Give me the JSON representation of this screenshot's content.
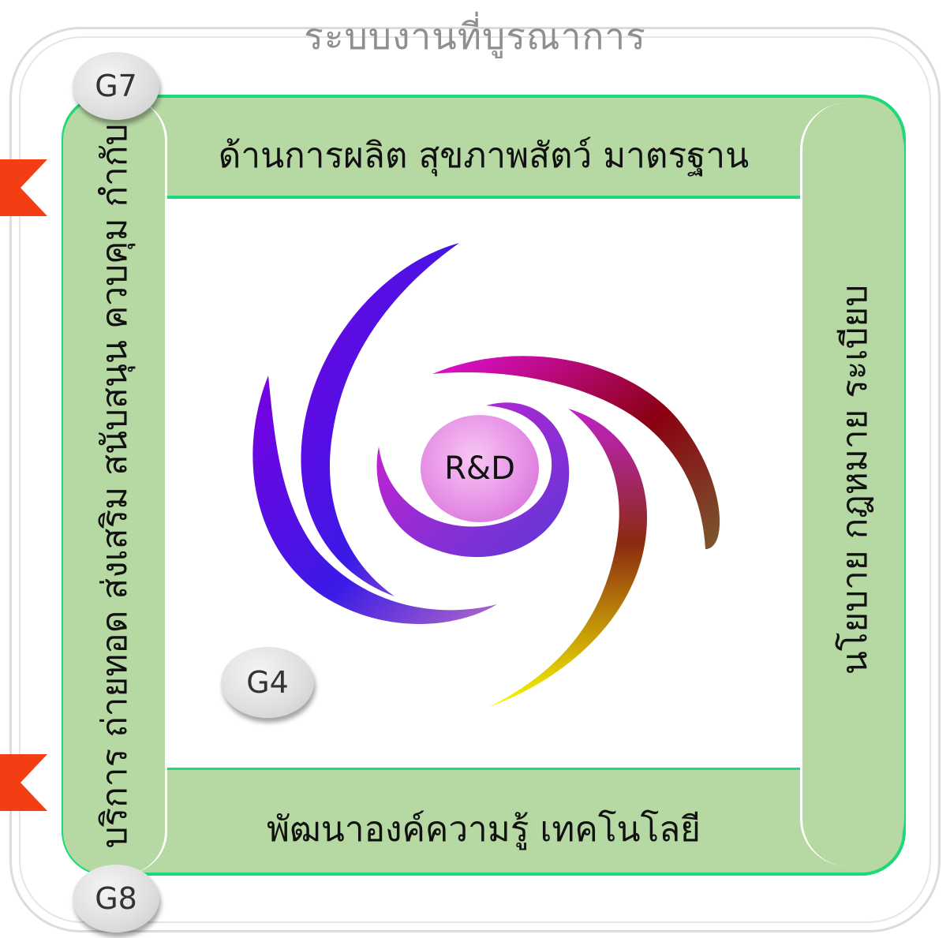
{
  "title": "ระบบงานที่บูรณาการ",
  "labels": {
    "top": "ด้านการผลิต สุขภาพสัตว์ มาตรฐาน",
    "bottom": "พัฒนาองค์ความรู้ เทคโนโลยี",
    "left": "บริการ ถ่ายทอด ส่งเสริม สนับสนุน ควบคุม กำกับ",
    "right": "นโยบาย กฎหมาย ระเบียบ"
  },
  "badges": {
    "g7": "G7",
    "g8": "G8",
    "g4": "G4"
  },
  "center": {
    "label": "R&D"
  },
  "colors": {
    "frame_green": "#1ed87a",
    "panel_green": "#b6d8a2",
    "flag_red": "#f23e12"
  }
}
